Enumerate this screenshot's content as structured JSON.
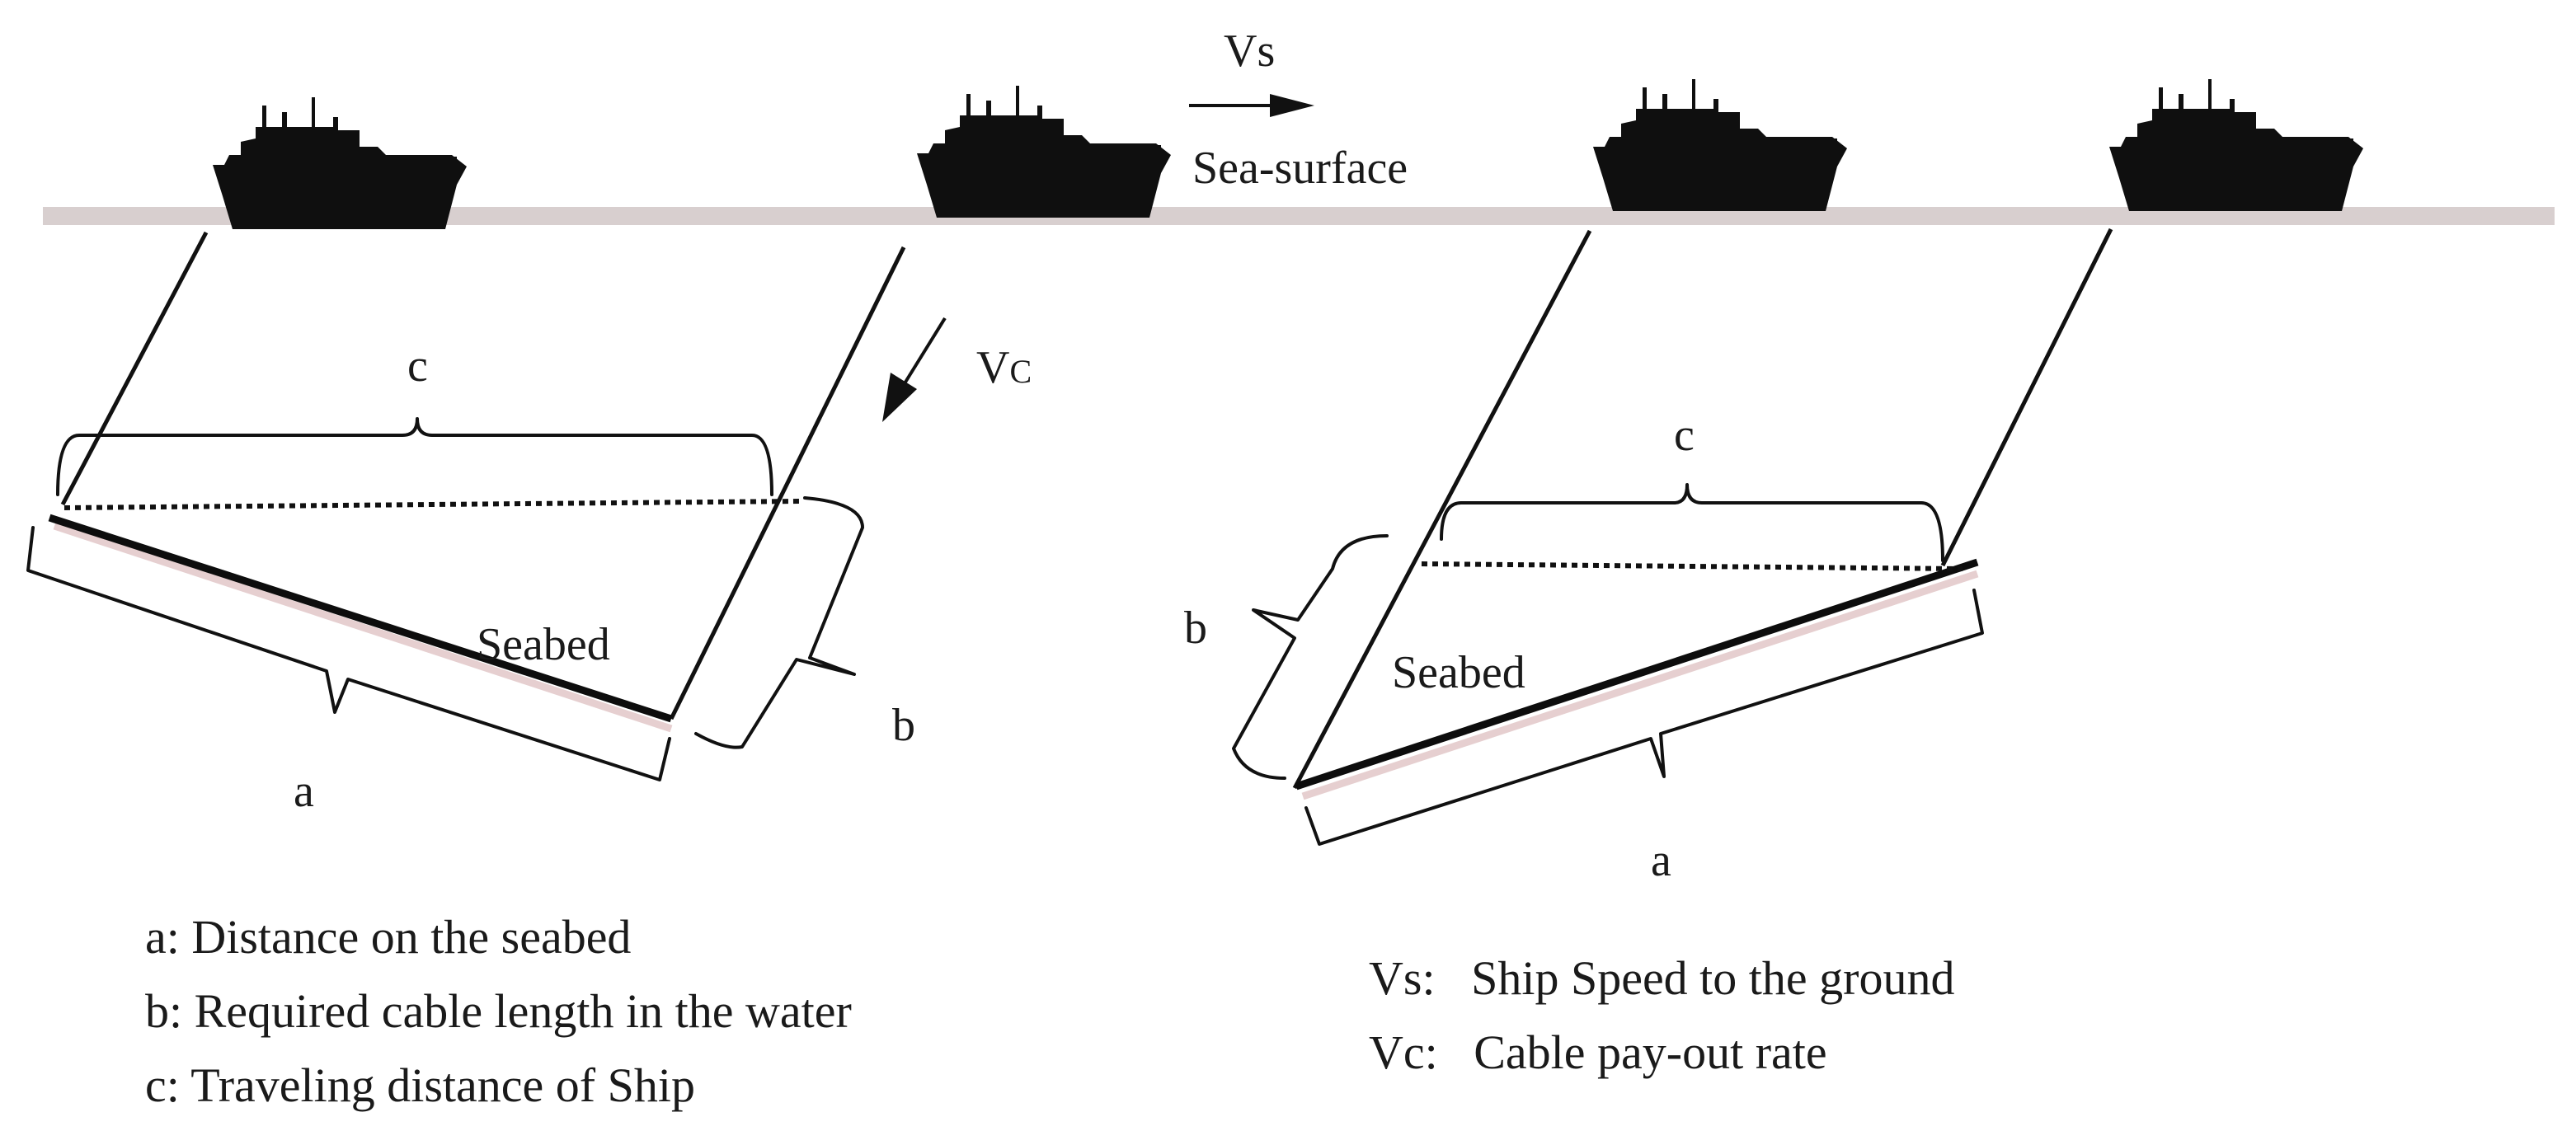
{
  "labels": {
    "sea_surface": "Sea-surface",
    "vs_arrow": "Vs",
    "vc_arrow_main": "V",
    "vc_arrow_sub": "C",
    "left_seabed": "Seabed",
    "right_seabed": "Seabed",
    "left_a": "a",
    "left_b": "b",
    "left_c": "c",
    "right_a": "a",
    "right_b": "b",
    "right_c": "c"
  },
  "legend_left": [
    "a: Distance on the seabed",
    "b: Required cable length in the water",
    "c: Traveling distance of Ship"
  ],
  "legend_right": [
    "Vs:   Ship Speed to the ground",
    "Vc:   Cable pay-out rate"
  ],
  "colors": {
    "sea_surface": "#d8cfcf",
    "seabed_shadow": "#e6cfd0",
    "ink": "#111111"
  }
}
